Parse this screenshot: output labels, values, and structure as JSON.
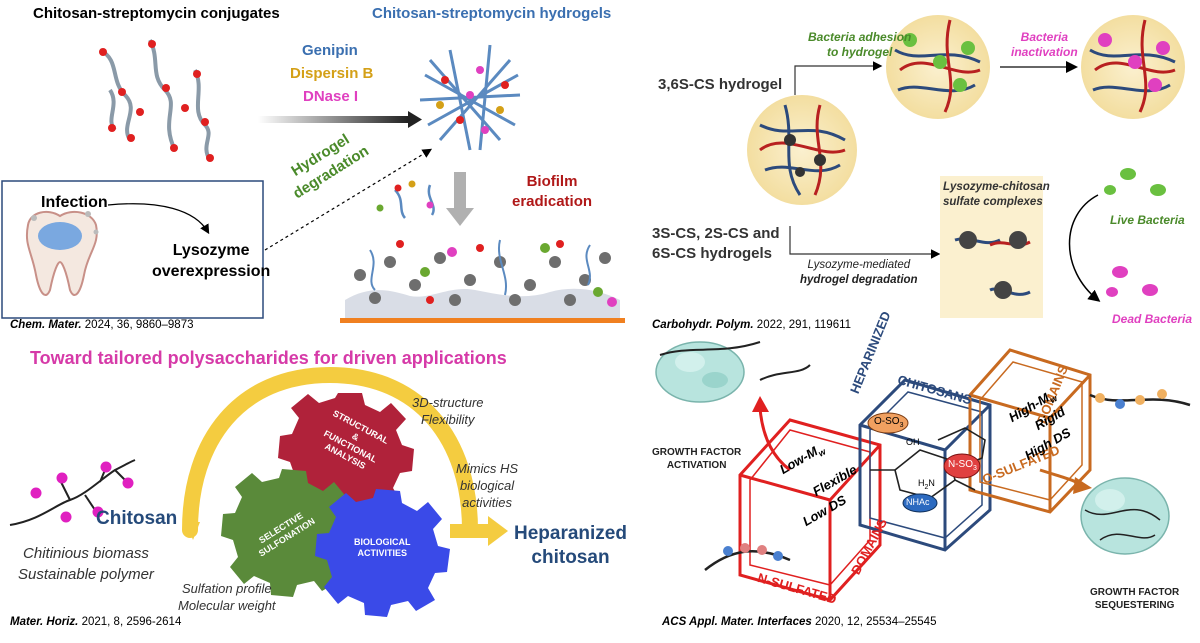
{
  "panel1": {
    "title_conjugates": "Chitosan-streptomycin conjugates",
    "title_hydrogels": "Chitosan-streptomycin hydrogels",
    "crosslinkers": [
      "Genipin",
      "Dispersin B",
      "DNase I"
    ],
    "degradation_label": [
      "Hydrogel",
      "degradation"
    ],
    "biofilm_label": [
      "Biofilm",
      "eradication"
    ],
    "infection_label": "Infection",
    "lysozyme_label": [
      "Lysozyme",
      "overexpression"
    ],
    "citation": {
      "journal": "Chem. Mater.",
      "rest": " 2024, 36, 9860–9873"
    }
  },
  "panel2": {
    "hydrogel_36": "3,6S-CS hydrogel",
    "adhesion": [
      "Bacteria adhesion",
      "to hydrogel"
    ],
    "inactivation": [
      "Bacteria",
      "inactivation"
    ],
    "other_hydrogels": [
      "3S-CS, 2S-CS and",
      "6S-CS hydrogels"
    ],
    "complexes": [
      "Lysozyme-chitosan",
      "sulfate complexes"
    ],
    "degradation": [
      "Lysozyme-mediated",
      "hydrogel degradation"
    ],
    "live_bacteria": "Live Bacteria",
    "dead_bacteria": "Dead Bacteria",
    "citation": {
      "journal": "Carbohydr. Polym.",
      "rest": " 2022, 291, 119611"
    }
  },
  "panel3": {
    "headline": "Toward tailored polysaccharides for driven applications",
    "chitosan": "Chitosan",
    "biomass": [
      "Chitinious biomass",
      "Sustainable polymer"
    ],
    "structure": [
      "3D-structure",
      "Flexibility"
    ],
    "mimics": [
      "Mimics HS",
      "biological",
      "activities"
    ],
    "sulfation": [
      "Sulfation profile",
      "Molecular weight"
    ],
    "gear_structural": [
      "STRUCTURAL",
      "&",
      "FUNCTIONAL",
      "ANALYSIS"
    ],
    "gear_selective": [
      "SELECTIVE",
      "SULFONATION"
    ],
    "gear_biological": [
      "BIOLOGICAL",
      "ACTIVITIES"
    ],
    "heparanized": [
      "Heparanized",
      "chitosan"
    ],
    "citation": {
      "journal": "Mater. Horiz.",
      "rest": " 2021, 8, 2596-2614"
    }
  },
  "panel4": {
    "growth_activation": [
      "GROWTH FACTOR",
      "ACTIVATION"
    ],
    "growth_sequestering": [
      "GROWTH FACTOR",
      "SEQUESTERING"
    ],
    "heparinized": "HEPARINIZED",
    "chitosans": "CHITOSANS",
    "domains": "DOMAINS",
    "n_sulfated": "N-SULFATED",
    "o_sulfated": "O-SULFATED",
    "low_mw": "Low-M",
    "high_mw": "High-M",
    "mw_sub": "w",
    "flexible": "Flexible",
    "low_ds": "Low DS",
    "rigid": "Rigid",
    "high_ds": "High DS",
    "oso3": "O-SO",
    "nso3": "N-SO",
    "nhac": "NHAc",
    "oh": "OH",
    "h2n": "H",
    "citation": {
      "journal": "ACS Appl. Mater. Interfaces",
      "rest": " 2020, 12, 25534–25545"
    }
  },
  "colors": {
    "blue": "#3a6fb0",
    "dark_blue": "#254a7a",
    "gold": "#d4a017",
    "magenta": "#e040c0",
    "green": "#4a8a2a",
    "dark_red": "#b01818",
    "pink_title": "#d63aa8",
    "red": "#e02020",
    "navy": "#2c4a7c",
    "orange": "#c86a20",
    "gear_red": "#b0223a",
    "gear_green": "#5a8a3a",
    "gear_blue": "#3a4ae8",
    "yellow_arc": "#f4cc40"
  }
}
